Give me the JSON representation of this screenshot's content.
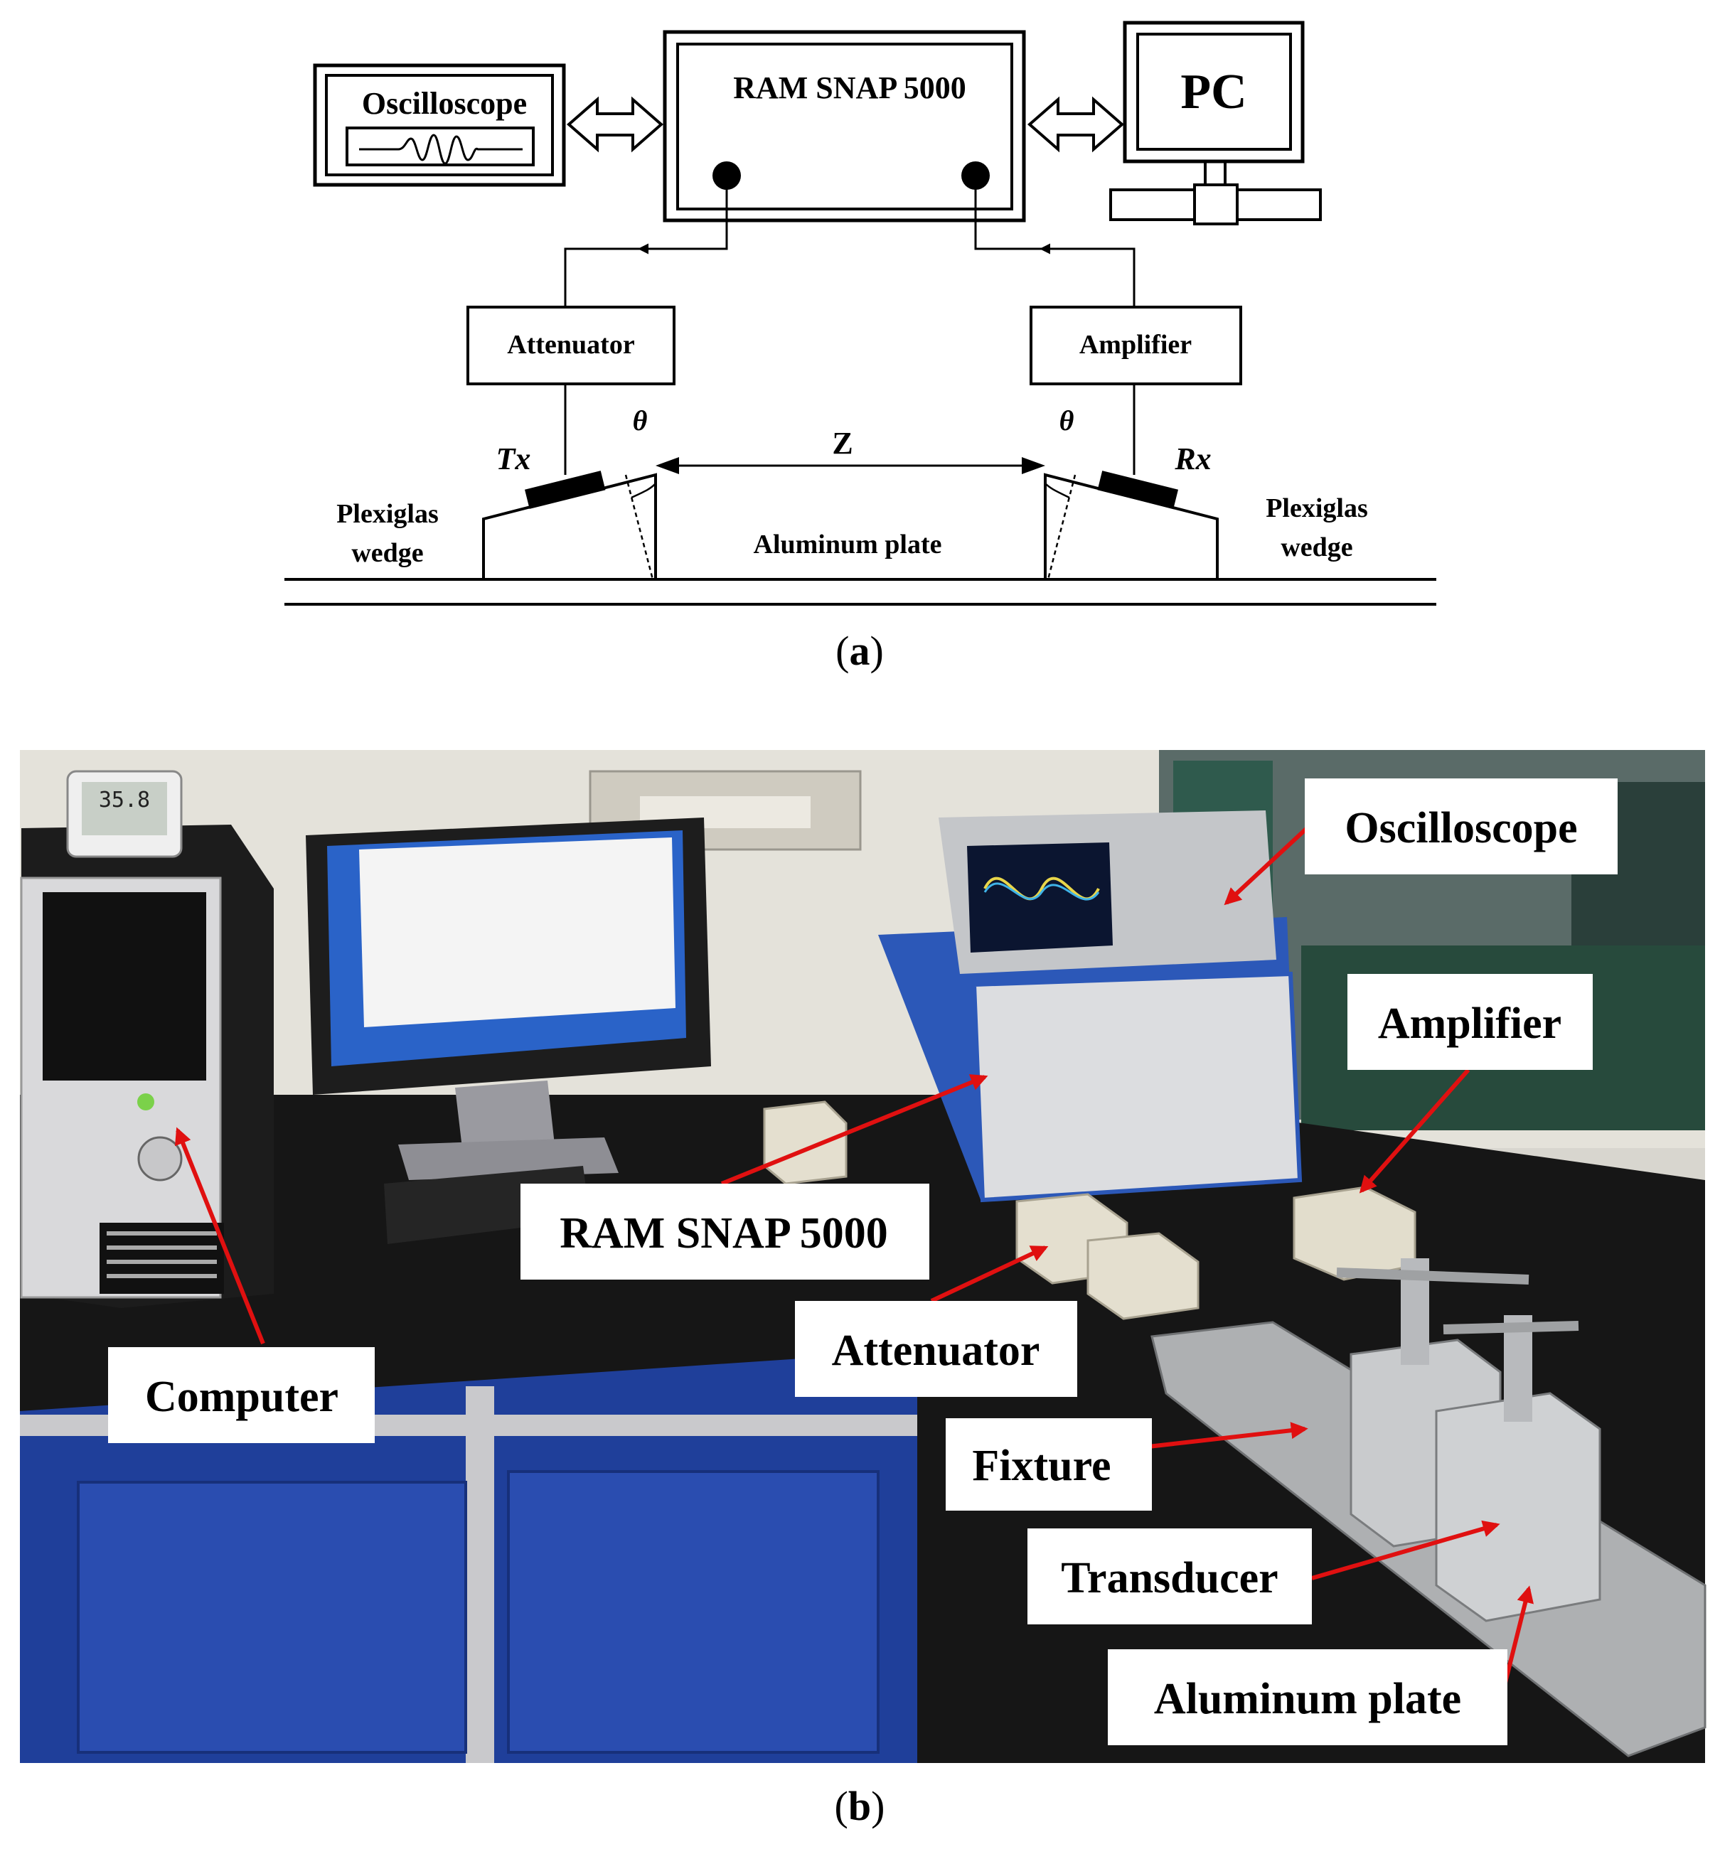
{
  "diagram": {
    "oscilloscope": "Oscilloscope",
    "ram_snap": "RAM SNAP 5000",
    "pc": "PC",
    "attenuator": "Attenuator",
    "amplifier": "Amplifier",
    "tx": "Tx",
    "rx": "Rx",
    "theta": "θ",
    "z": "Z",
    "wedge_left_line1": "Plexiglas",
    "wedge_left_line2": "wedge",
    "wedge_right_line1": "Plexiglas",
    "wedge_right_line2": "wedge",
    "plate": "Aluminum plate",
    "caption_open": "(",
    "caption_letter": "a",
    "caption_close": ")"
  },
  "photo": {
    "labels": {
      "oscilloscope": "Oscilloscope",
      "amplifier": "Amplifier",
      "ram_snap": "RAM SNAP 5000",
      "attenuator": "Attenuator",
      "computer": "Computer",
      "fixture": "Fixture",
      "transducer": "Transducer",
      "aluminum_plate": "Aluminum plate"
    },
    "display_readout_top": "35.8",
    "caption_open": "(",
    "caption_letter": "b",
    "caption_close": ")"
  },
  "colors": {
    "arrow": "#e01010",
    "desk_blue": "#1f3f9a",
    "bench_top": "#1a1a1a"
  }
}
